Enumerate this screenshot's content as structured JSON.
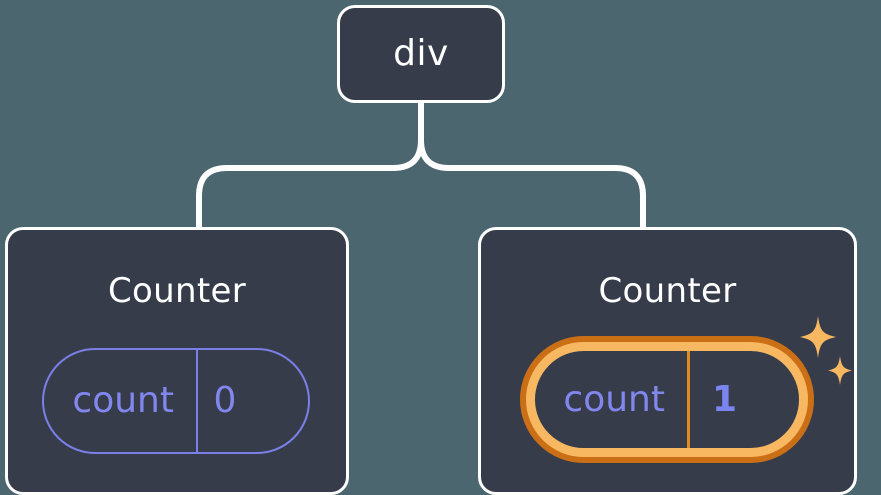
{
  "diagram": {
    "type": "component-tree",
    "title": "React component tree with highlighted state update",
    "background_color": "#4c6670",
    "node_fill_color": "#373c4b",
    "node_border_color": "#ffffff",
    "connector_color": "#ffffff",
    "state_accent_color": "#7b7fe8",
    "highlight_outer_color": "#ca6f16",
    "highlight_inner_color": "#f8b861",
    "highlight_divider_color": "#e08a23",
    "highlight_value_color": "#7b85f0",
    "sparkle_color": "#f8b861"
  },
  "root": {
    "label": "div"
  },
  "children": [
    {
      "label": "Counter",
      "state": {
        "key": "count",
        "value": "0"
      },
      "highlighted": false
    },
    {
      "label": "Counter",
      "state": {
        "key": "count",
        "value": "1"
      },
      "highlighted": true,
      "sparkles": [
        {
          "name": "sparkle-large"
        },
        {
          "name": "sparkle-small"
        }
      ]
    }
  ]
}
